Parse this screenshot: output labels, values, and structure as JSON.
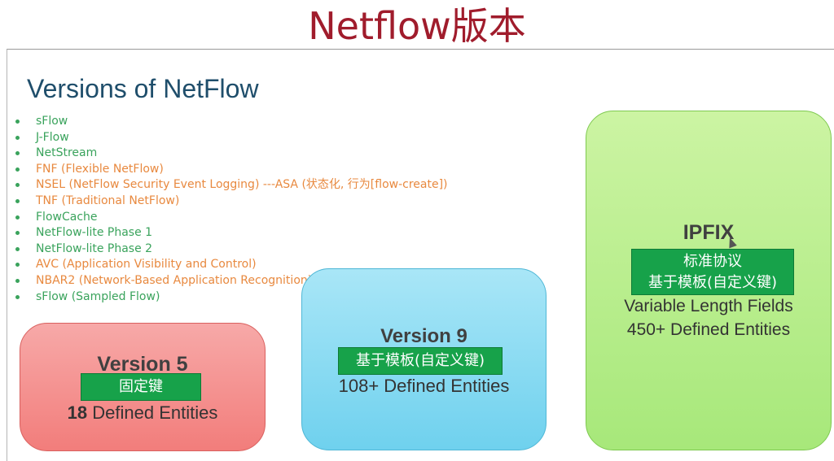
{
  "header": {
    "title": "Netflow版本"
  },
  "slide": {
    "title": "Versions of NetFlow",
    "list": [
      {
        "text": "sFlow",
        "color": "#3aa35c"
      },
      {
        "text": "J-Flow",
        "color": "#3aa35c"
      },
      {
        "text": "NetStream",
        "color": "#3aa35c"
      },
      {
        "text": "FNF (Flexible NetFlow)",
        "color": "#e8893f"
      },
      {
        "text": "NSEL (NetFlow Security Event Logging) ---ASA (状态化, 行为[flow-create])",
        "color": "#e8893f"
      },
      {
        "text": "TNF (Traditional NetFlow)",
        "color": "#e8893f"
      },
      {
        "text": "FlowCache",
        "color": "#3aa35c"
      },
      {
        "text": "NetFlow-lite Phase 1",
        "color": "#3aa35c"
      },
      {
        "text": "NetFlow-lite Phase 2",
        "color": "#3aa35c"
      },
      {
        "text": "AVC (Application Visibility and Control)",
        "color": "#e8893f"
      },
      {
        "text": "NBAR2 (Network-Based Application Recognition)",
        "color": "#e8893f"
      },
      {
        "text": "sFlow (Sampled Flow)",
        "color": "#3aa35c"
      }
    ],
    "cards": {
      "v5": {
        "title": "Version 5",
        "tag": "固定键",
        "count": "18",
        "text": "Defined Entities"
      },
      "v9": {
        "title": "Version 9",
        "tag": "基于模板(自定义键)",
        "text": "108+ Defined Entities"
      },
      "ipfix": {
        "title": "IPFIX",
        "tag_line1": "标准协议",
        "tag_line2": "基于模板(自定义键)",
        "text1": "Variable Length Fields",
        "text2": "450+ Defined Entities"
      }
    }
  },
  "colors": {
    "header": "#a01c2c",
    "slide_title": "#1f4e6b",
    "tag_green": "#17a24a"
  }
}
